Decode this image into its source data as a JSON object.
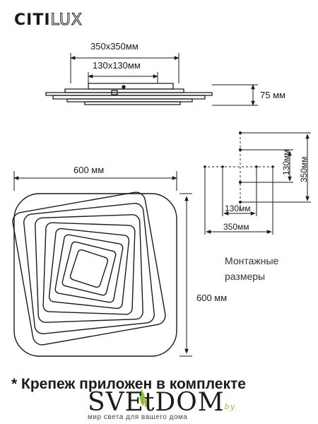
{
  "brand": {
    "part1": "CITI",
    "part2": "LUX"
  },
  "dimensions": {
    "top_outer": "350x350мм",
    "top_inner": "130x130мм",
    "height": "75 мм",
    "width": "600 мм",
    "depth": "600 мм"
  },
  "mounting": {
    "v_small": "130мм",
    "v_large": "350мм",
    "h_small": "130мм",
    "h_large": "350мм",
    "caption_line1": "Монтажные",
    "caption_line2": "размеры"
  },
  "note": "* Крепеж приложен в комплекте",
  "watermark": {
    "name": "SVEtDOM",
    "suffix": "by",
    "tagline": "мир света для вашего дома",
    "accent": "#8cbf3a"
  }
}
